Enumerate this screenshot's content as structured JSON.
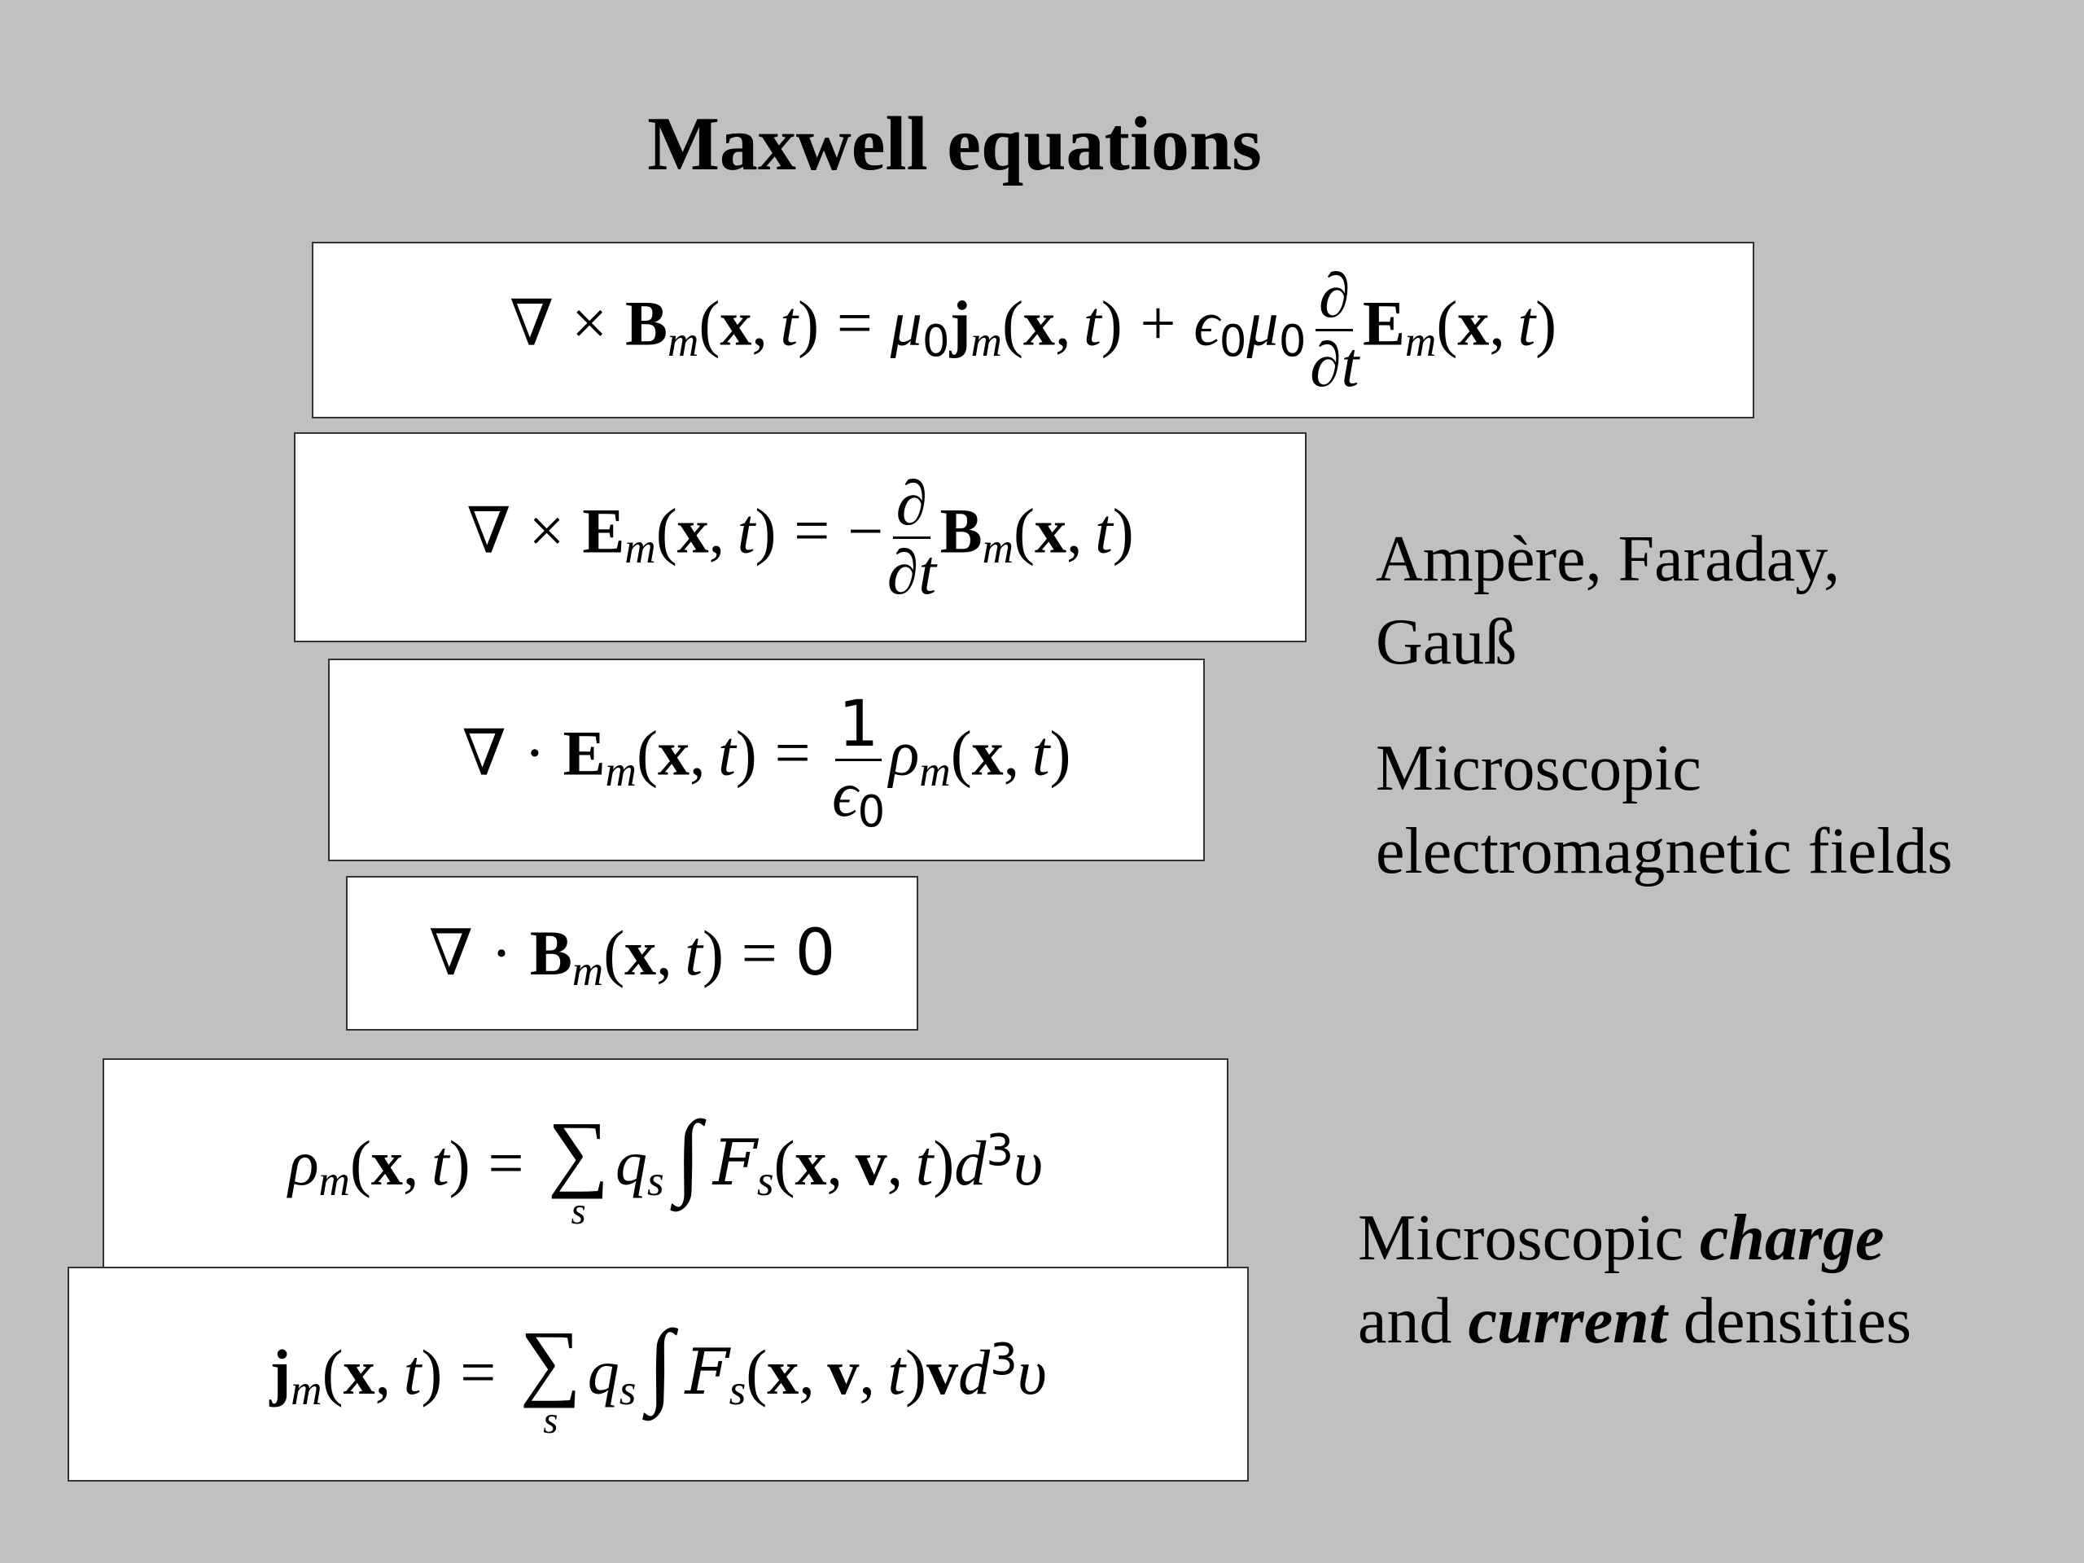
{
  "title": "Maxwell equations",
  "equations": [
    {
      "id": "ampere",
      "latex": "\\nabla \\times \\mathbf{B}_m(\\mathbf{x},t) = \\mu_0 \\mathbf{j}_m(\\mathbf{x},t) + \\epsilon_0 \\mu_0 \\frac{\\partial}{\\partial t} \\mathbf{E}_m(\\mathbf{x},t)"
    },
    {
      "id": "faraday",
      "latex": "\\nabla \\times \\mathbf{E}_m(\\mathbf{x},t) = -\\frac{\\partial}{\\partial t} \\mathbf{B}_m(\\mathbf{x},t)"
    },
    {
      "id": "gauss-e",
      "latex": "\\nabla \\cdot \\mathbf{E}_m(\\mathbf{x},t) = \\frac{1}{\\epsilon_0} \\rho_m(\\mathbf{x},t)"
    },
    {
      "id": "gauss-b",
      "latex": "\\nabla \\cdot \\mathbf{B}_m(\\mathbf{x},t) = 0"
    },
    {
      "id": "charge-density",
      "latex": "\\rho_m(\\mathbf{x},t) = \\sum_s q_s \\int \\mathcal{F}_s(\\mathbf{x},\\mathbf{v},t) d^3 v"
    },
    {
      "id": "current-density",
      "latex": "\\mathbf{j}_m(\\mathbf{x},t) = \\sum_s q_s \\int \\mathcal{F}_s(\\mathbf{x},\\mathbf{v},t) \\mathbf{v} d^3 v"
    }
  ],
  "notes": {
    "laws_line1": "Ampère, Faraday,",
    "laws_line2": "Gauß",
    "fields_line1": "Microscopic",
    "fields_line2": "electromagnetic fields",
    "densities_prefix": "Microscopic ",
    "densities_charge": "charge",
    "densities_and": "and ",
    "densities_current": "current",
    "densities_suffix": " densities"
  }
}
